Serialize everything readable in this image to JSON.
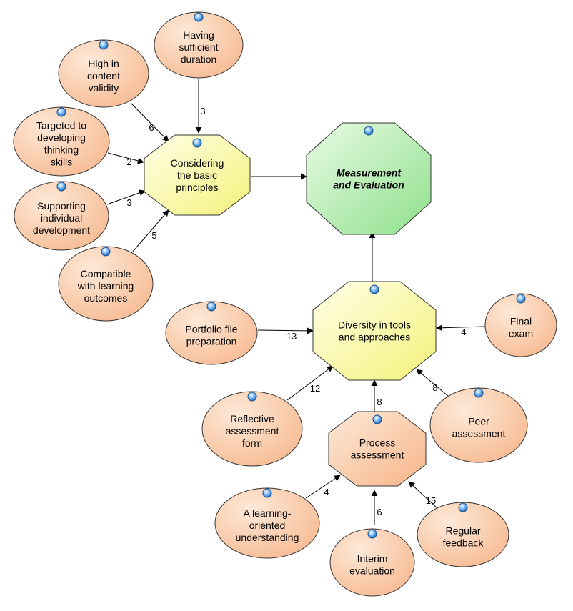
{
  "colors": {
    "ellipse_fill_light": "#fde9d8",
    "ellipse_fill_dark": "#f7ba92",
    "ellipse_stroke": "#333333",
    "yellow_fill_light": "#ffffe8",
    "yellow_fill_dark": "#f4f27a",
    "green_fill_light": "#e8fbe4",
    "green_fill_dark": "#8fe08c",
    "orange_oct_light": "#fde9d8",
    "orange_oct_dark": "#f7b588",
    "dot_fill": "#5aa8f0",
    "edge": "#000000"
  },
  "nodes": {
    "duration": {
      "label": [
        "Having",
        "sufficient",
        "duration"
      ],
      "shape": "ellipse",
      "style": "orange"
    },
    "validity": {
      "label": [
        "High in",
        "content",
        "validity"
      ],
      "shape": "ellipse",
      "style": "orange"
    },
    "thinking": {
      "label": [
        "Targeted to",
        "developing",
        "thinking",
        "skills"
      ],
      "shape": "ellipse",
      "style": "orange"
    },
    "individual": {
      "label": [
        "Supporting",
        "individual",
        "development"
      ],
      "shape": "ellipse",
      "style": "orange"
    },
    "outcomes": {
      "label": [
        "Compatible",
        "with learning",
        "outcomes"
      ],
      "shape": "ellipse",
      "style": "orange"
    },
    "principles": {
      "label": [
        "Considering",
        "the basic",
        "principles"
      ],
      "shape": "octagon",
      "style": "yellow"
    },
    "measurement": {
      "label": [
        "Measurement",
        "and Evaluation"
      ],
      "shape": "octagon",
      "style": "green"
    },
    "diversity": {
      "label": [
        "Diversity in tools",
        "and approaches"
      ],
      "shape": "octagon",
      "style": "yellow"
    },
    "portfolio": {
      "label": [
        "Portfolio file",
        "preparation"
      ],
      "shape": "ellipse",
      "style": "orange"
    },
    "final": {
      "label": [
        "Final",
        "exam"
      ],
      "shape": "ellipse",
      "style": "orange"
    },
    "reflective": {
      "label": [
        "Reflective",
        "assessment",
        "form"
      ],
      "shape": "ellipse",
      "style": "orange"
    },
    "peer": {
      "label": [
        "Peer",
        "assessment"
      ],
      "shape": "ellipse",
      "style": "orange"
    },
    "process": {
      "label": [
        "Process",
        "assessment"
      ],
      "shape": "octagon",
      "style": "orange"
    },
    "learning": {
      "label": [
        "A learning-",
        "oriented",
        "understanding"
      ],
      "shape": "ellipse",
      "style": "orange"
    },
    "interim": {
      "label": [
        "Interim",
        "evaluation"
      ],
      "shape": "ellipse",
      "style": "orange"
    },
    "regular": {
      "label": [
        "Regular",
        "feedback"
      ],
      "shape": "ellipse",
      "style": "orange"
    }
  },
  "edges": [
    {
      "from": "duration",
      "to": "principles",
      "label": "3"
    },
    {
      "from": "validity",
      "to": "principles",
      "label": "6"
    },
    {
      "from": "thinking",
      "to": "principles",
      "label": "2"
    },
    {
      "from": "individual",
      "to": "principles",
      "label": "3"
    },
    {
      "from": "outcomes",
      "to": "principles",
      "label": "5"
    },
    {
      "from": "principles",
      "to": "measurement",
      "label": ""
    },
    {
      "from": "diversity",
      "to": "measurement",
      "label": ""
    },
    {
      "from": "portfolio",
      "to": "diversity",
      "label": "13"
    },
    {
      "from": "final",
      "to": "diversity",
      "label": "4"
    },
    {
      "from": "reflective",
      "to": "diversity",
      "label": "12"
    },
    {
      "from": "process",
      "to": "diversity",
      "label": "8"
    },
    {
      "from": "peer",
      "to": "diversity",
      "label": "8"
    },
    {
      "from": "learning",
      "to": "process",
      "label": "4"
    },
    {
      "from": "interim",
      "to": "process",
      "label": "6"
    },
    {
      "from": "regular",
      "to": "process",
      "label": "15"
    }
  ]
}
